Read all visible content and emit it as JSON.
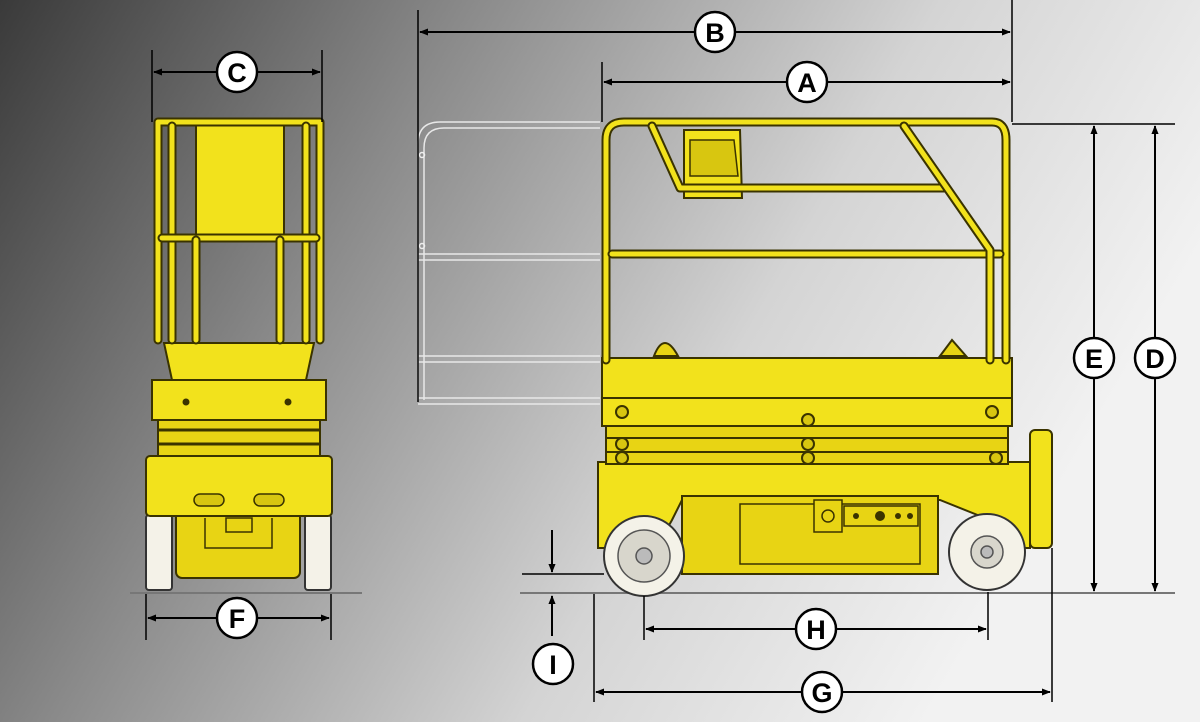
{
  "labels": {
    "a": "A",
    "b": "B",
    "c": "C",
    "d": "D",
    "e": "E",
    "f": "F",
    "g": "G",
    "h": "H",
    "i": "I"
  },
  "colors": {
    "machine_yellow": "#f2e21c",
    "background_dark": "#3a3a3a",
    "background_light": "#f0f0f0"
  }
}
